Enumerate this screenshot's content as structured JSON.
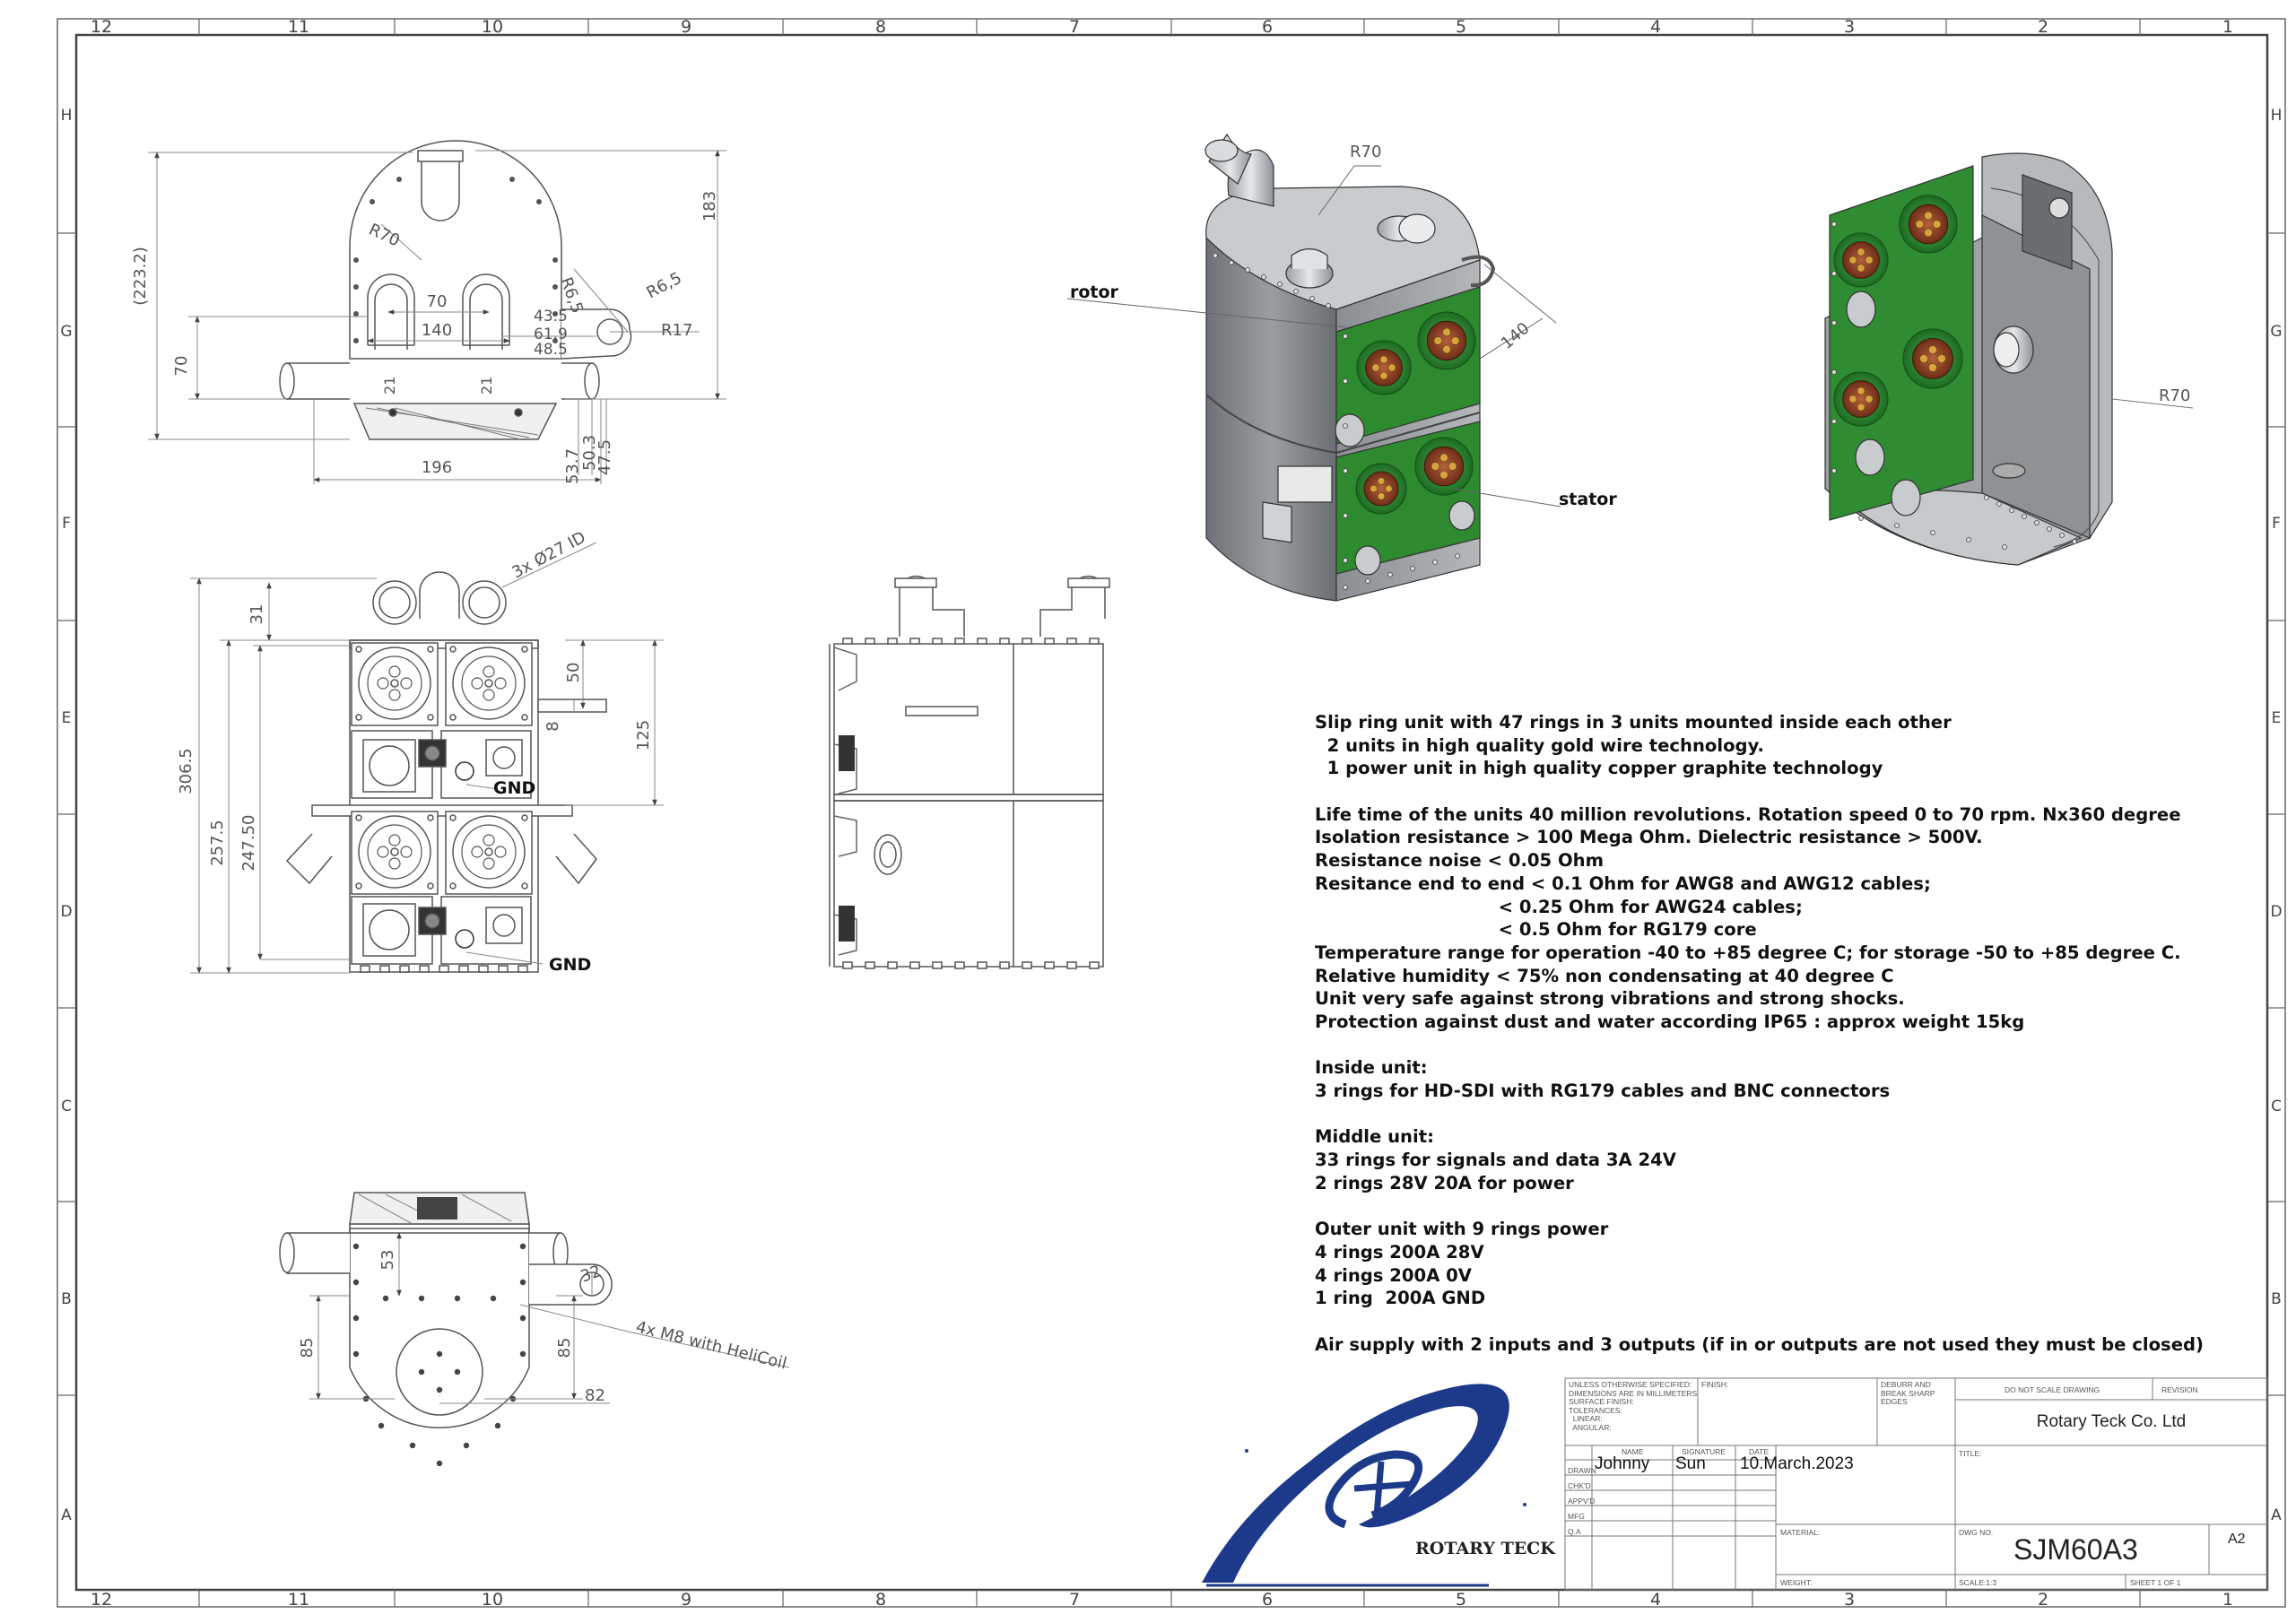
{
  "frame": {
    "top_columns": [
      "12",
      "11",
      "10",
      "9",
      "8",
      "7",
      "6",
      "5",
      "4",
      "3",
      "2",
      "1"
    ],
    "bottom_columns": [
      "12",
      "11",
      "10",
      "9",
      "8",
      "7",
      "6",
      "5",
      "4",
      "3",
      "2",
      "1"
    ],
    "left_rows": [
      "H",
      "G",
      "F",
      "E",
      "D",
      "C",
      "B",
      "A"
    ],
    "right_rows": [
      "H",
      "G",
      "F",
      "E",
      "D",
      "C",
      "B",
      "A"
    ]
  },
  "dimensions": {
    "front_top": {
      "total_height": "(223.2)",
      "radius": "R70",
      "height_183": "183",
      "width_70": "70",
      "width_140": "140",
      "r6_5_a": "R6,5",
      "r6_5_b": "R6,5",
      "r17": "R17",
      "d43_5": "43.5",
      "d61_9": "61.9",
      "d48_5": "48.5",
      "height_70": "70",
      "d21_a": "21",
      "d21_b": "21",
      "width_196": "196",
      "d53_7": "53.7",
      "d50_3": "50.3",
      "d47_5": "47.5"
    },
    "front_main": {
      "holes": "3x Ø27 ID",
      "d31": "31",
      "d50": "50",
      "d8": "8",
      "d125": "125",
      "d306_5": "306.5",
      "d257_5": "257.5",
      "d247_50": "247.50",
      "gnd_top": "GND",
      "gnd_bottom": "GND"
    },
    "bottom_view": {
      "d53": "53",
      "d32": "32",
      "thread": "4x M8 with HeliCoil",
      "d85_a": "85",
      "d85_b": "85",
      "d82": "82"
    },
    "iso_view": {
      "radius": "R70",
      "rotor": "rotor",
      "stator": "stator",
      "d140": "140"
    },
    "iso_view_2": {
      "radius": "R70"
    }
  },
  "notes": [
    "Slip ring unit with 47 rings in 3 units mounted inside each other",
    "  2 units in high quality gold wire technology.",
    "  1 power unit in high quality copper graphite technology",
    "",
    "Life time of the units 40 million revolutions. Rotation speed 0 to 70 rpm. Nx360 degree",
    "Isolation resistance > 100 Mega Ohm. Dielectric resistance > 500V.",
    "Resistance noise < 0.05 Ohm",
    "Resitance end to end < 0.1 Ohm for AWG8 and AWG12 cables;",
    "                              < 0.25 Ohm for AWG24 cables;",
    "                              < 0.5 Ohm for RG179 core",
    "Temperature range for operation -40 to +85 degree C; for storage -50 to +85 degree C.",
    "Relative humidity < 75% non condensating at 40 degree C",
    "Unit very safe against strong vibrations and strong shocks.",
    "Protection against dust and water according IP65 : approx weight 15kg",
    "",
    "Inside unit:",
    "3 rings for HD-SDI with RG179 cables and BNC connectors",
    "",
    "Middle unit:",
    "33 rings for signals and data 3A 24V",
    "2 rings 28V 20A for power",
    "",
    "Outer unit with 9 rings power",
    "4 rings 200A 28V",
    "4 rings 200A 0V",
    "1 ring  200A GND",
    "",
    "Air supply with 2 inputs and 3 outputs (if in or outputs are not used they must be closed)"
  ],
  "logo": {
    "text": "ROTARY TECK"
  },
  "title_block": {
    "unless_lines": [
      "UNLESS OTHERWISE SPECIFIED:",
      "DIMENSIONS ARE IN MILLIMETERS",
      "SURFACE FINISH:",
      "TOLERANCES:",
      "  LINEAR:",
      "  ANGULAR:"
    ],
    "finish": "FINISH:",
    "deburr_lines": [
      "DEBURR AND",
      "BREAK SHARP",
      "EDGES"
    ],
    "do_not_scale": "DO NOT SCALE DRAWING",
    "revision": "REVISION",
    "company": "Rotary Teck Co. Ltd",
    "title_label": "TITLE:",
    "hdr_name": "NAME",
    "hdr_signature": "SIGNATURE",
    "hdr_date": "DATE",
    "row_drawn": "DRAWN",
    "row_chkd": "CHK'D",
    "row_appvd": "APPV'D",
    "row_mfg": "MFG",
    "row_qa": "Q.A",
    "drawn_name": "Johnny",
    "drawn_signature": "Sun",
    "drawn_date": "10.March.2023",
    "material": "MATERIAL:",
    "weight": "WEIGHT:",
    "dwg_no_label": "DWG NO.",
    "dwg_no": "SJM60A3",
    "sheet_size": "A2",
    "scale": "SCALE:1:3",
    "sheet": "SHEET 1 OF 1"
  }
}
